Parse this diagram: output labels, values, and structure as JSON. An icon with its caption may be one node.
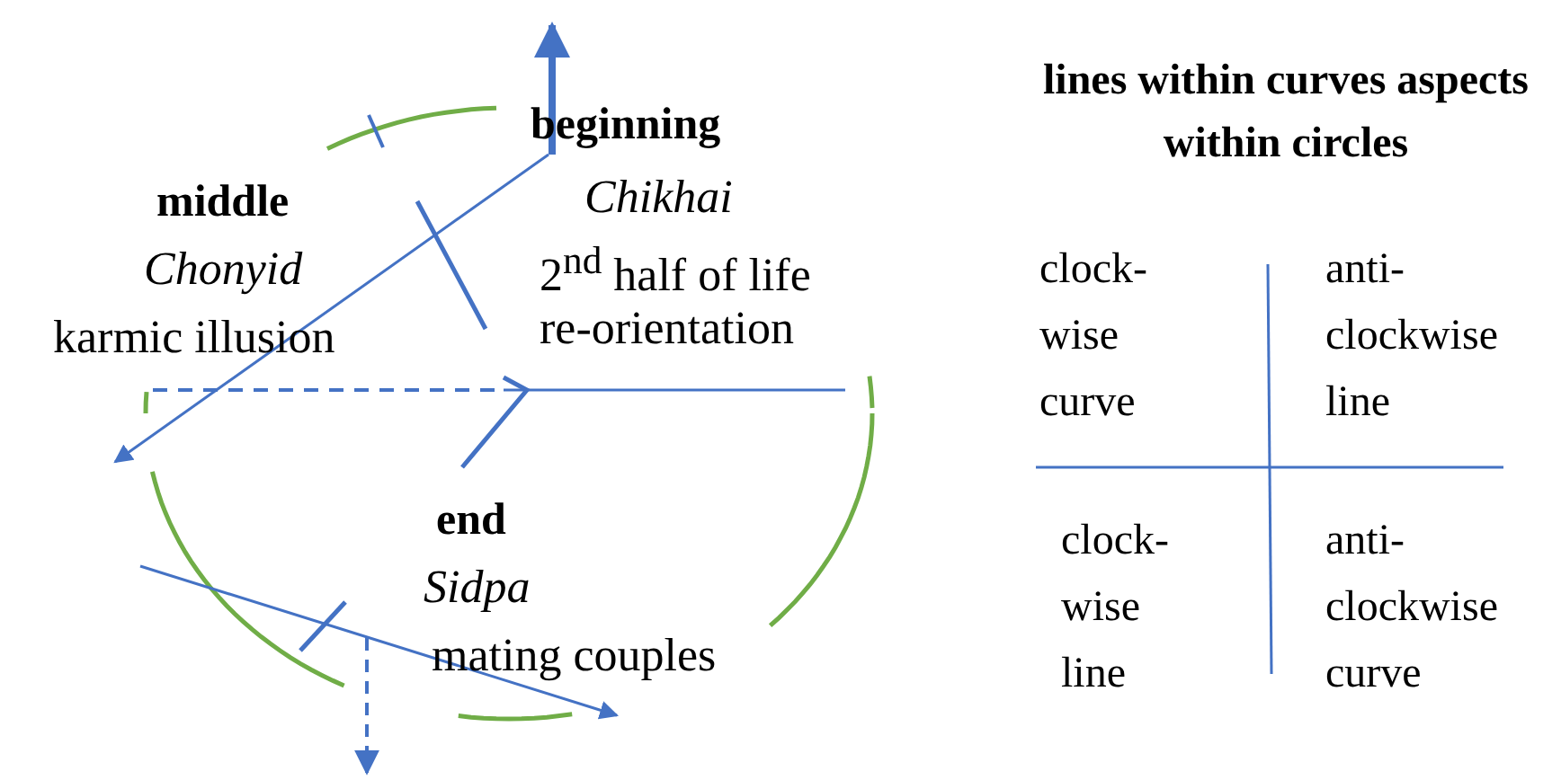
{
  "diagram": {
    "title": "lines within curves aspects within circles",
    "labels": [
      "beginning",
      "Chikhai",
      "2$^{nd}$ half of life",
      "re-orientation",
      "middle",
      "Chonyid",
      "karmic illusion",
      "end",
      "Sidpa",
      "mating couples",
      "clock- wise curve",
      "anti- clockwise line",
      "clock- wise line",
      "anti- clockwise curve"
    ]
  }
}
